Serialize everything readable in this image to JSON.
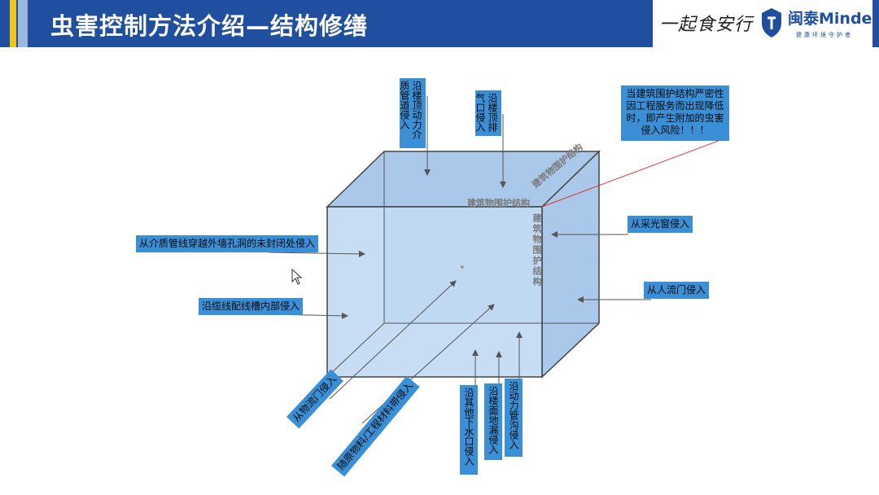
{
  "header": {
    "title": "虫害控制方法介绍—结构修缮",
    "slogan": "一起食安行",
    "brand_name": "闽泰Minder",
    "brand_sub": "健康环境守护者",
    "accent_colors": [
      "#f0c419",
      "#9ab8e0"
    ],
    "bar_color": "#1f4f9e"
  },
  "face_labels": {
    "front": "建筑物围护结构",
    "top_diagonal": "建筑物围护结构",
    "side": "建筑物围护结构"
  },
  "labels": {
    "top_pipe": "沿楼顶动力介质管道侵入",
    "top_vent": "沿楼顶排气口侵入",
    "warning": "当建筑围护结构严密性因工程服务而出现降低时，即产生附加的虫害侵入风险！！！",
    "pipe_hole": "从介质管线穿越外墙孔洞的未封闭处侵入",
    "cable": "沿缆线配线槽内部侵入",
    "window": "从采光窗侵入",
    "people_door": "从人流门侵入",
    "goods_door": "从物流门侵入",
    "material": "随原物料/工程材料带侵入",
    "drain": "沿其他下水口侵入",
    "floor_leak": "沿楼面地漏侵入",
    "power_trench": "沿动力管沟侵入"
  }
}
